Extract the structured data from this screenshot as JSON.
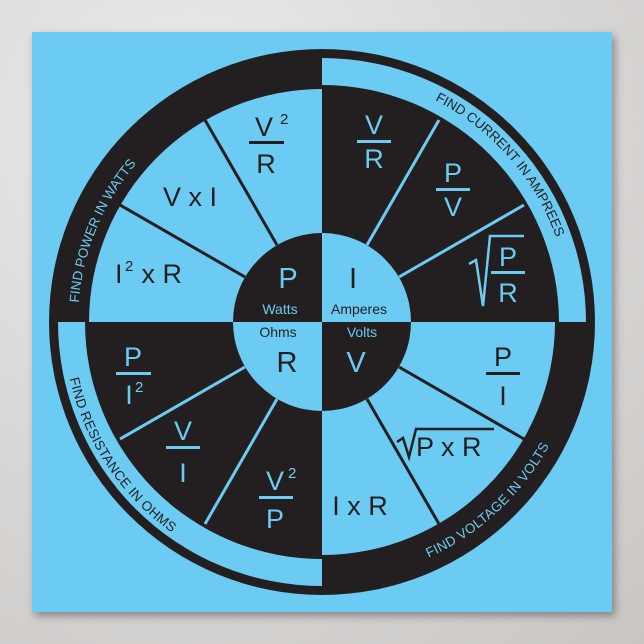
{
  "colors": {
    "blue": "#6ccbf2",
    "black": "#231f20",
    "background": "#d8d6d4"
  },
  "center": {
    "power": {
      "symbol": "P",
      "unit": "Watts"
    },
    "current": {
      "symbol": "I",
      "unit": "Amperes"
    },
    "resistance": {
      "symbol": "R",
      "unit": "Ohms"
    },
    "voltage": {
      "symbol": "V",
      "unit": "Volts"
    }
  },
  "ring_labels": {
    "power": "FIND POWER IN WATTS",
    "current": "FIND CURRENT IN AMPREES",
    "voltage": "FIND VOLTAGE IN VOLTS",
    "resistance": "FIND RESISTANCE IN OHMS"
  },
  "formulas": {
    "power": {
      "v2_over_r": {
        "num": "V",
        "sup": "2",
        "den": "R"
      },
      "v_times_i": "V x I",
      "i2_times_r": {
        "base": "I",
        "sup": "2",
        "rest": " x R"
      }
    },
    "current": {
      "v_over_r": {
        "num": "V",
        "den": "R"
      },
      "p_over_v": {
        "num": "P",
        "den": "V"
      },
      "sqrt_p_over_r": {
        "num": "P",
        "den": "R"
      }
    },
    "voltage": {
      "p_over_i": {
        "num": "P",
        "den": "I"
      },
      "sqrt_p_times_r": "P x R",
      "i_times_r": "I x R"
    },
    "resistance": {
      "p_over_i2": {
        "num": "P",
        "den": "I",
        "sup": "2"
      },
      "v_over_i": {
        "num": "V",
        "den": "I"
      },
      "v2_over_p": {
        "num": "V",
        "sup": "2",
        "den": "P"
      }
    }
  }
}
